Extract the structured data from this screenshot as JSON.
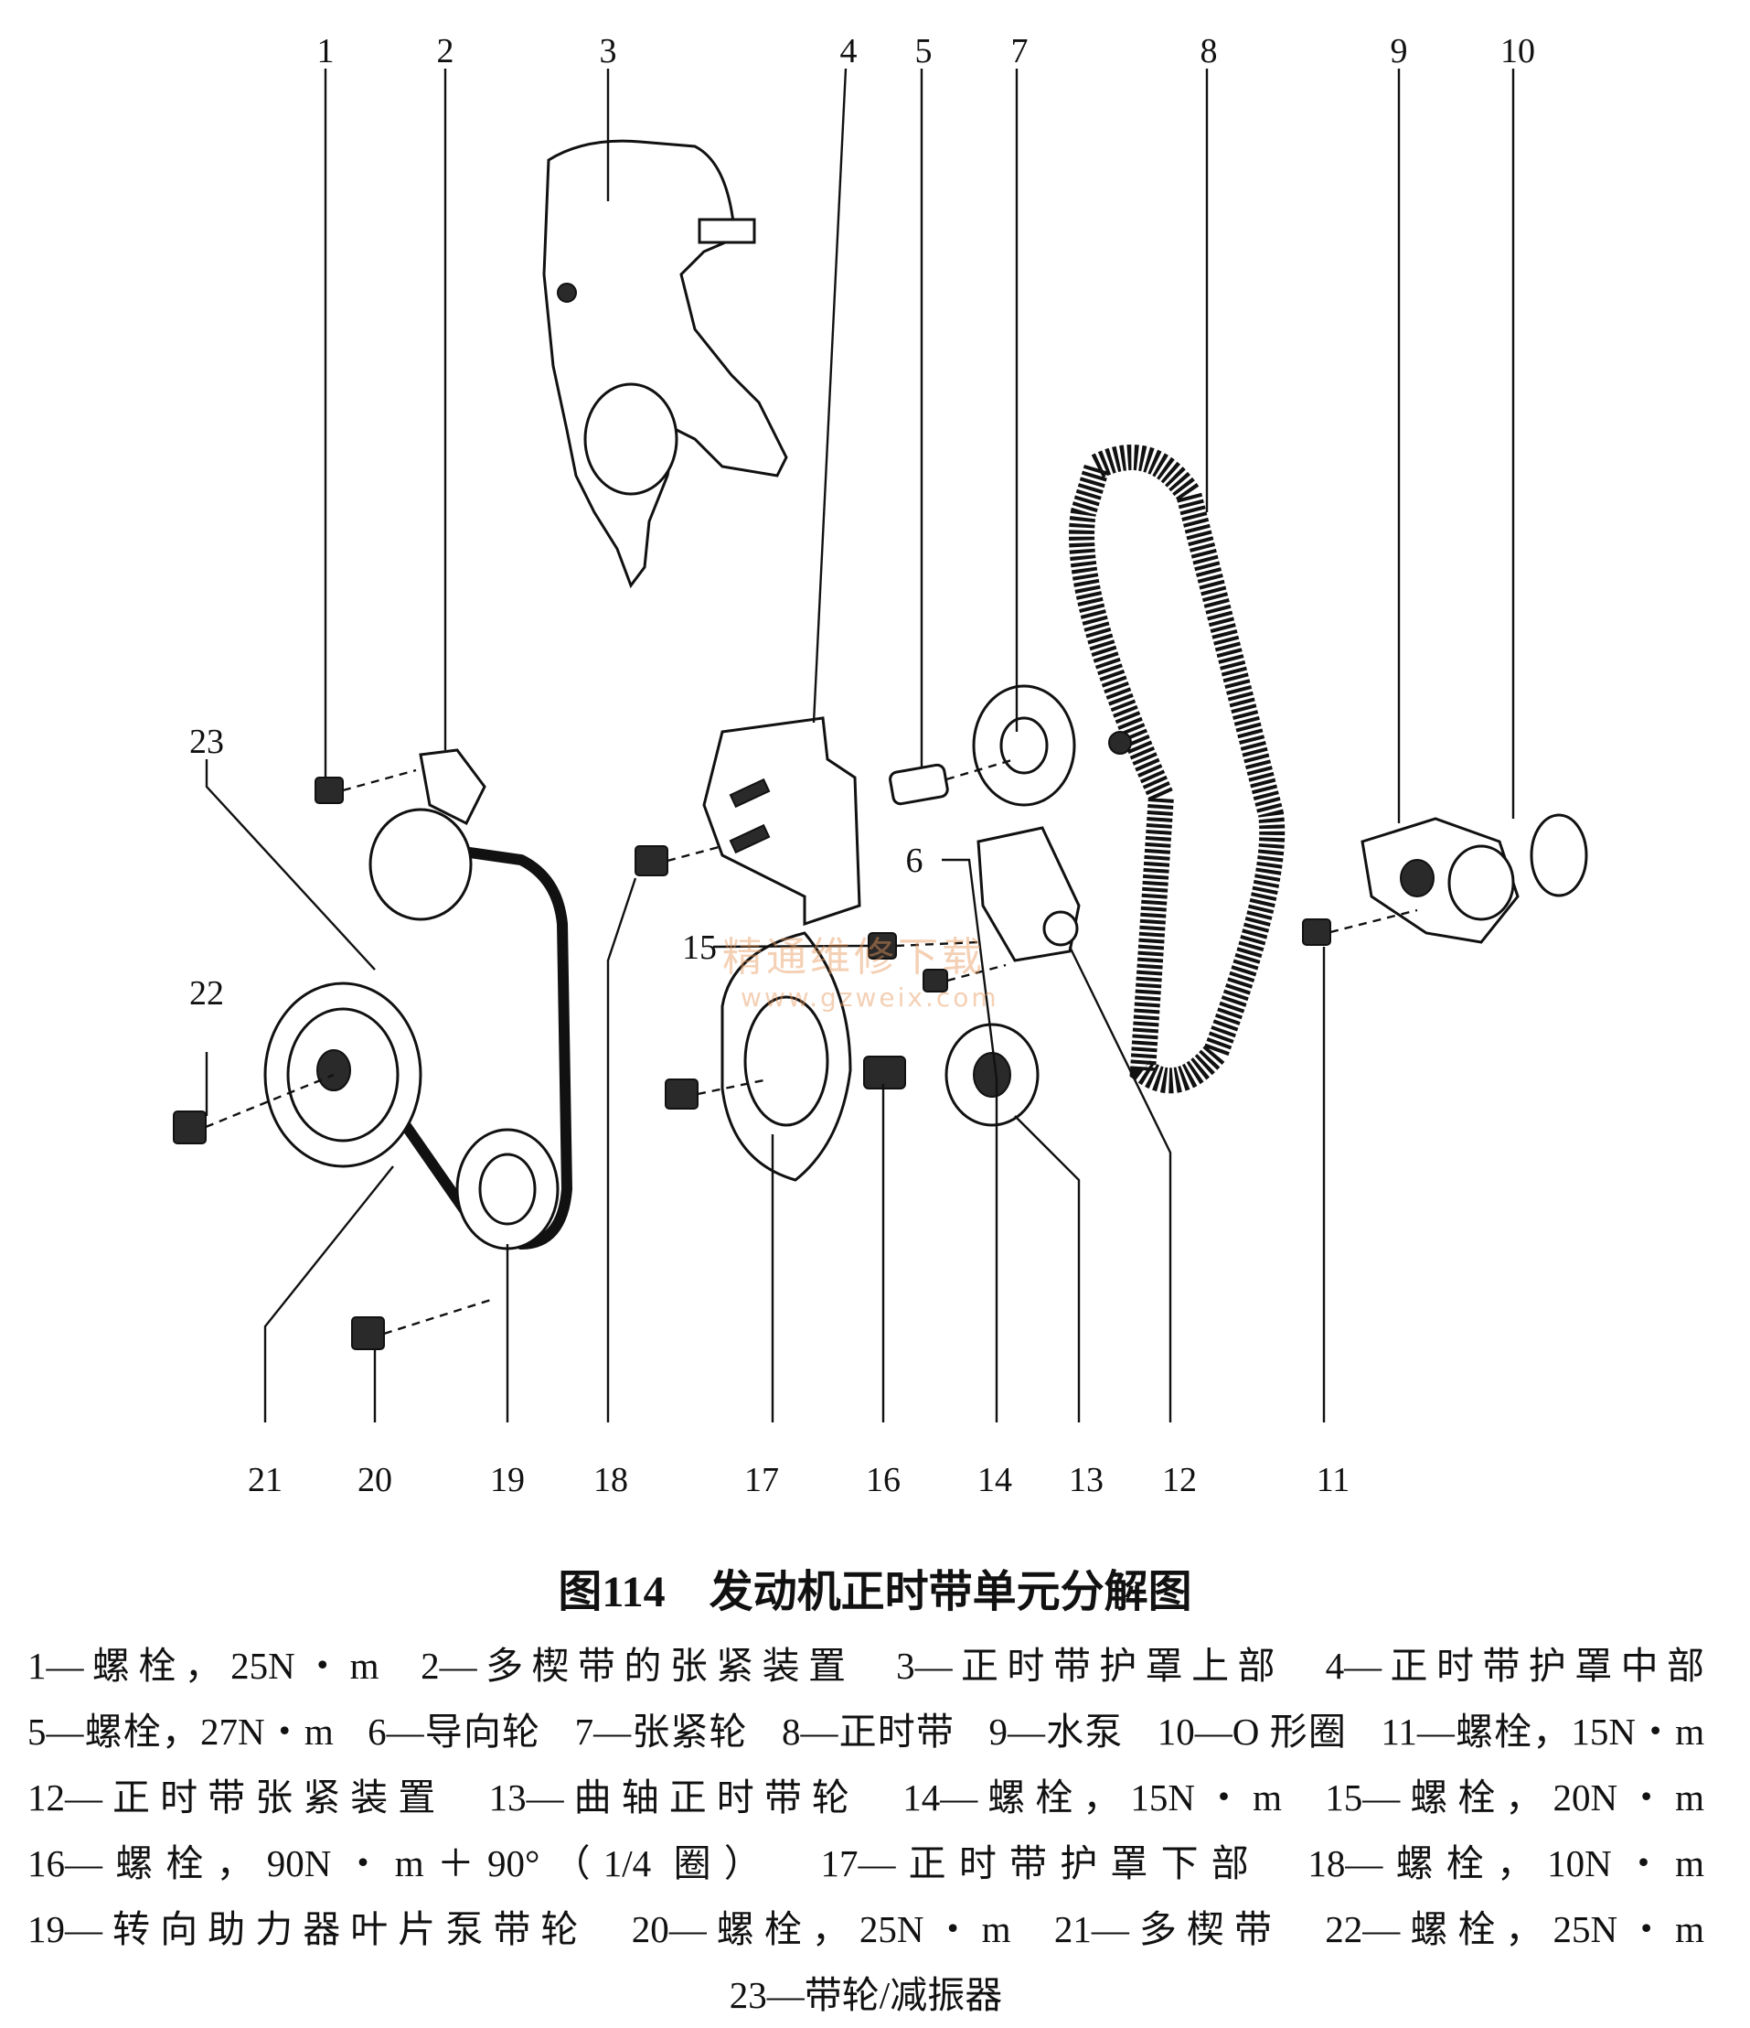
{
  "figure": {
    "title": "图114　发动机正时带单元分解图",
    "callouts": [
      "1",
      "2",
      "3",
      "4",
      "5",
      "7",
      "8",
      "9",
      "10",
      "23",
      "6",
      "22",
      "15",
      "21",
      "20",
      "19",
      "18",
      "17",
      "16",
      "14",
      "13",
      "12",
      "11"
    ],
    "legend": [
      "1—螺栓，25N・m",
      "2—多楔带的张紧装置",
      "3—正时带护罩上部",
      "4—正时带护罩中部",
      "5—螺栓，27N・m",
      "6—导向轮",
      "7—张紧轮",
      "8—正时带",
      "9—水泵",
      "10—O 形圈",
      "11—螺栓，15N・m",
      "12—正时带张紧装置",
      "13—曲轴正时带轮",
      "14—螺栓，15N・m",
      "15—螺栓，20N・m",
      "16—螺栓，90N・m＋90°（1/4 圈）",
      "17—正时带护罩下部",
      "18—螺栓，10N・m",
      "19—转向助力器叶片泵带轮",
      "20—螺栓，25N・m",
      "21—多楔带",
      "22—螺栓，25N・m",
      "23—带轮/减振器"
    ]
  },
  "watermark": {
    "text": "精通维修下载",
    "url": "www.gzweix.com"
  }
}
